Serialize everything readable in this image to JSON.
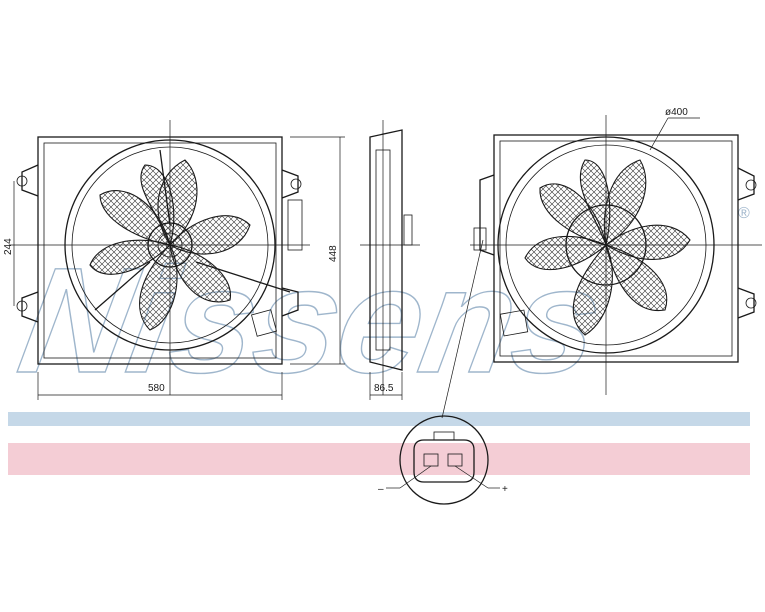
{
  "watermark": {
    "brand": "Nissens",
    "trademark_symbol": "®",
    "stripe_colors": [
      "#c5d8e8",
      "#f4cdd5"
    ]
  },
  "dimensions": {
    "width": "580",
    "height": "448",
    "mount_offset": "244",
    "depth": "86.5",
    "fan_diameter": "ø400"
  },
  "connector": {
    "minus_label": "–",
    "plus_label": "+"
  },
  "colors": {
    "line": "#1a1a1a",
    "watermark_stroke": "#9fb6cc"
  }
}
